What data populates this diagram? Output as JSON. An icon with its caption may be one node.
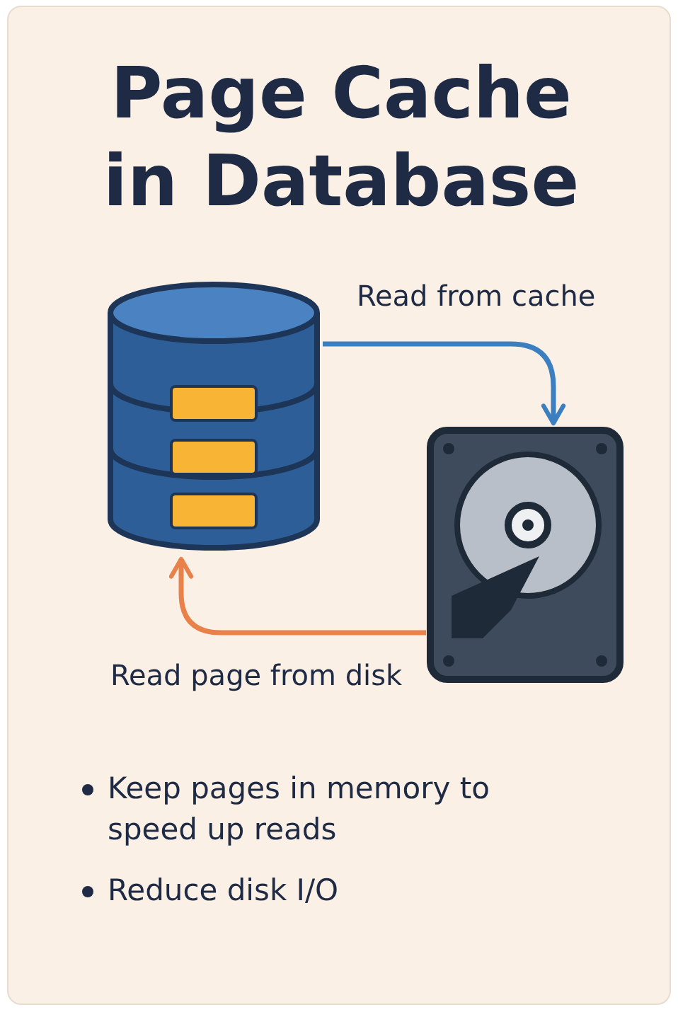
{
  "diagram": {
    "title": "Page Cache in Database",
    "nodes": [
      {
        "text": [],
        "shape": "cylinder"
      },
      {
        "text": [],
        "shape": "picture"
      }
    ],
    "edges": [
      {
        "from": 0,
        "to": 1,
        "arrow": "to",
        "label": "Read from cache",
        "color": "#3b7fc0"
      },
      {
        "from": 1,
        "to": 0,
        "arrow": "to",
        "label": "Read page from disk",
        "color": "#e9814a"
      }
    ],
    "labels": [
      "Keep pages in memory to speed up reads",
      "Reduce disk I/O"
    ]
  }
}
